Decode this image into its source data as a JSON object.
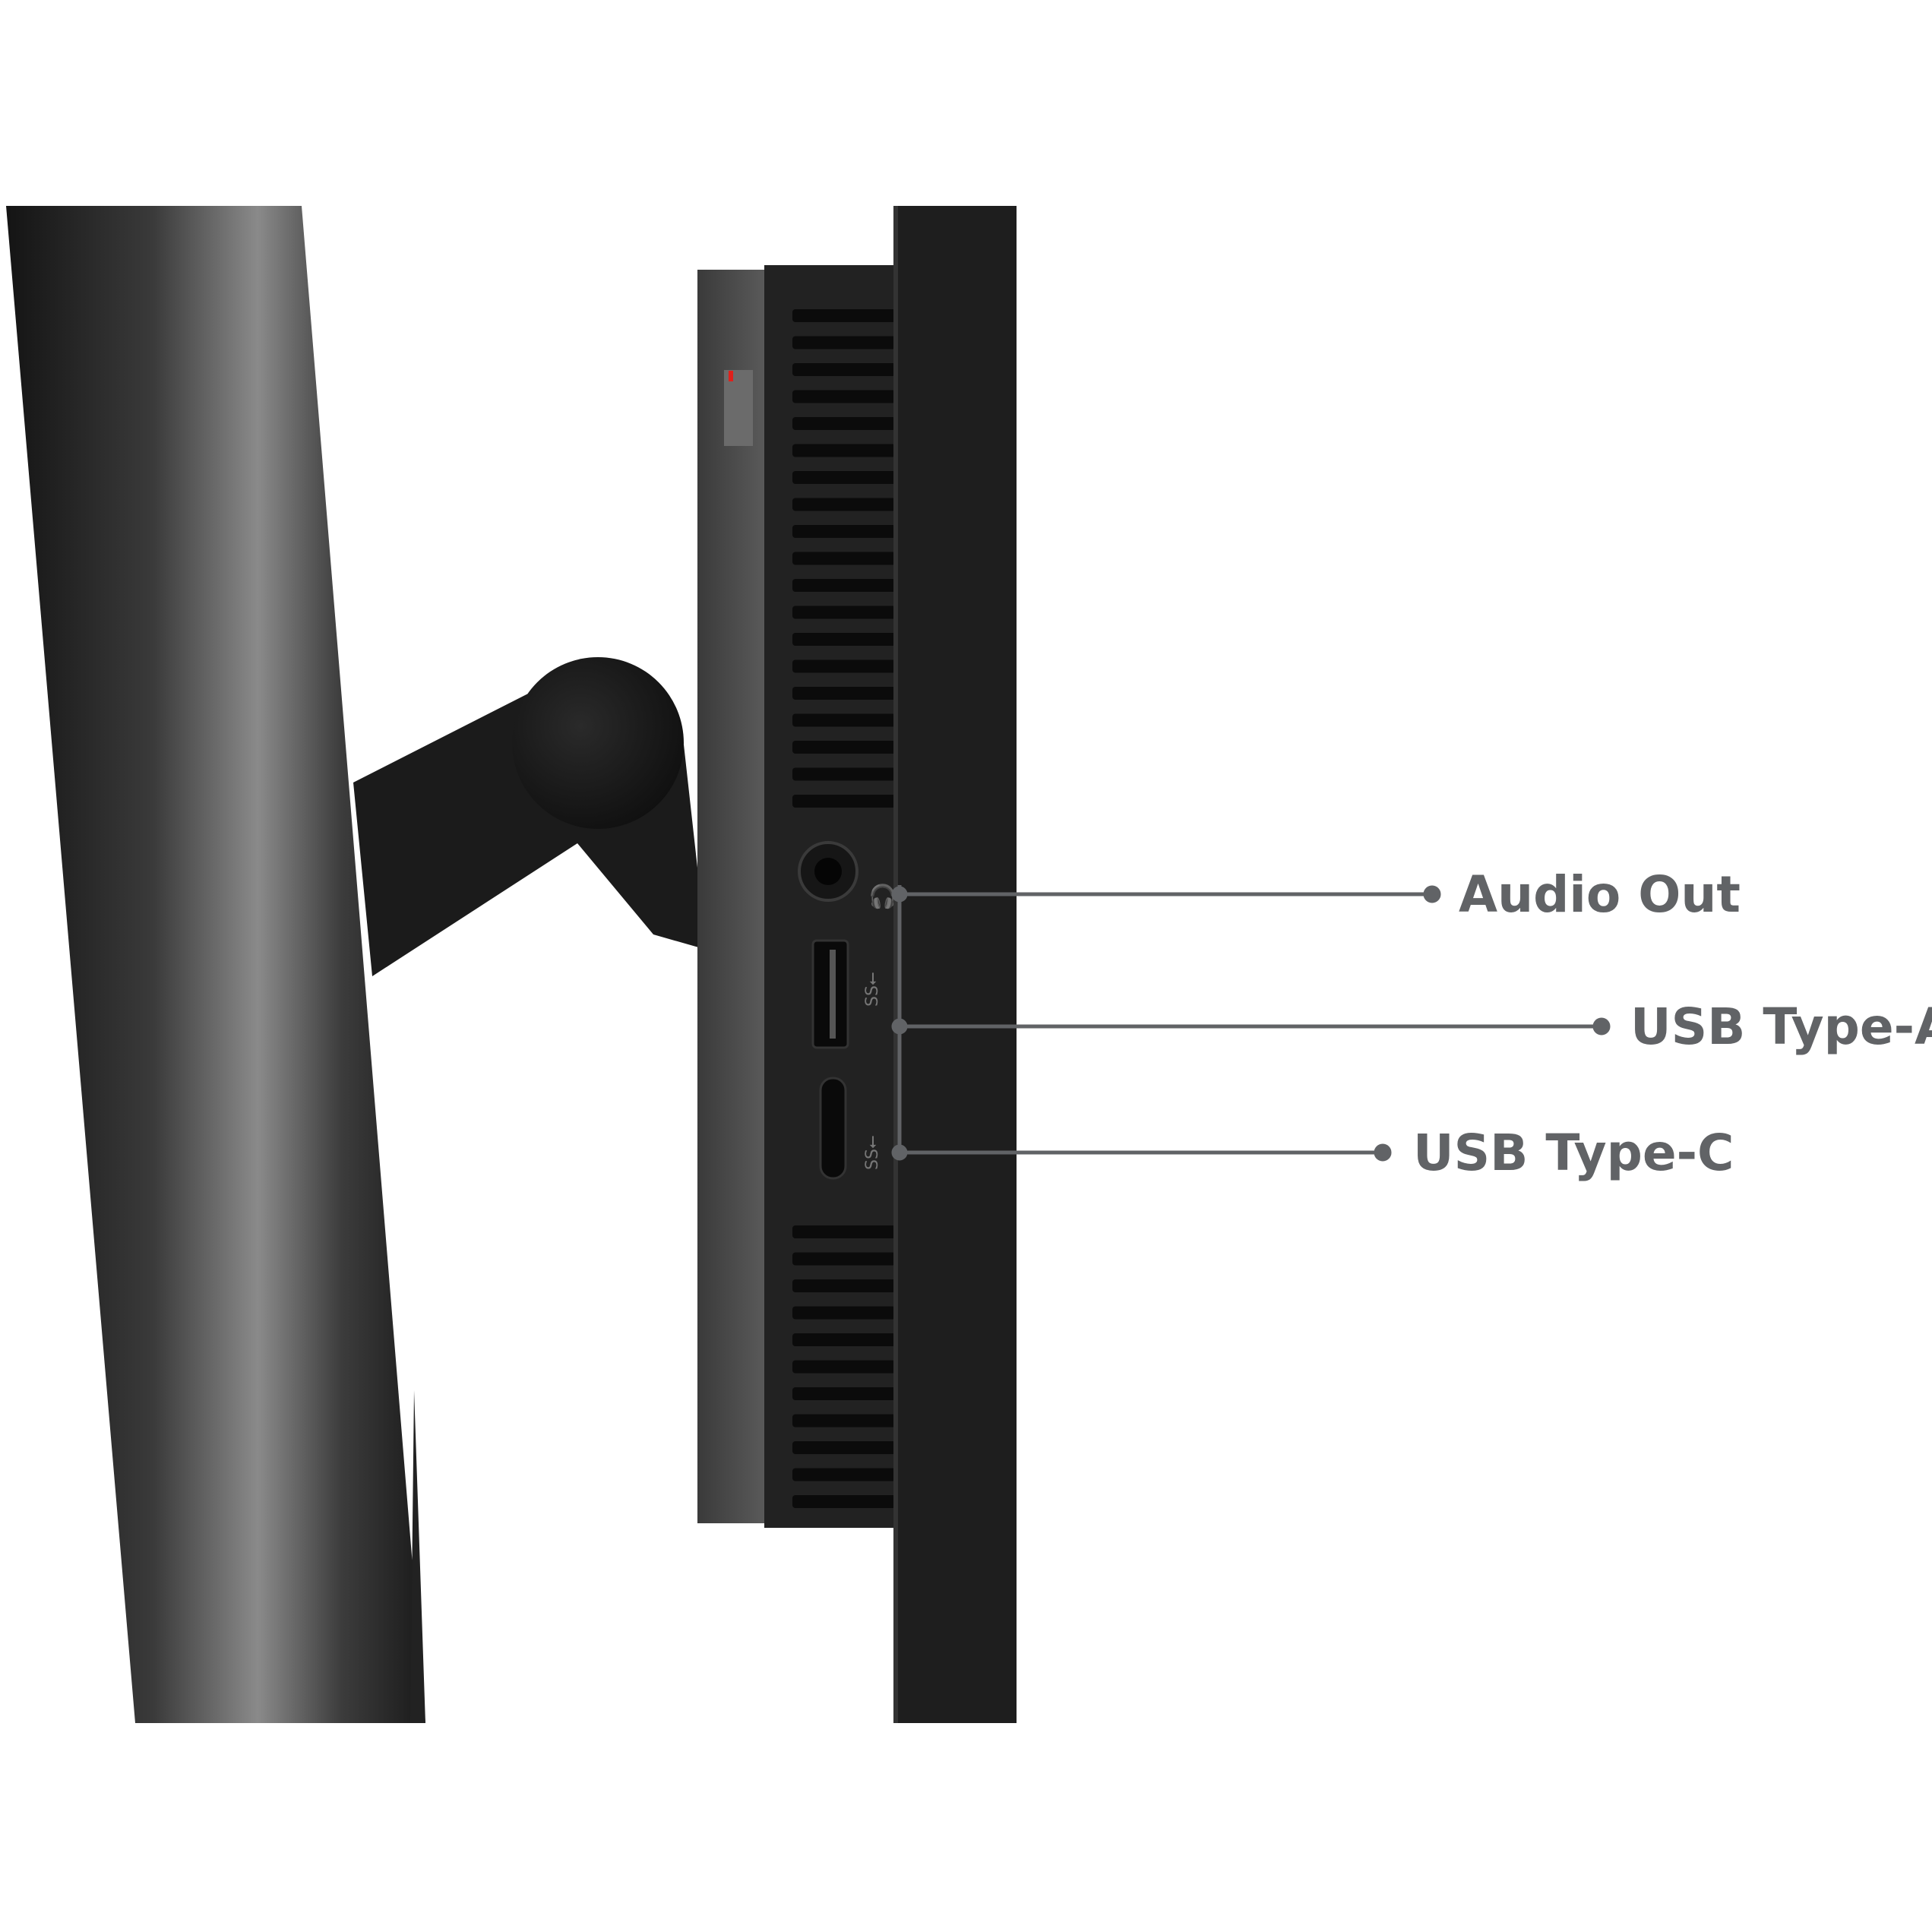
{
  "callouts": {
    "audio_out": "Audio Out",
    "usb_type_a": "USB Type-A",
    "usb_type_c": "USB Type-C"
  },
  "colors": {
    "callout": "#616366",
    "background": "#ffffff",
    "device": "#1f1f1f"
  }
}
